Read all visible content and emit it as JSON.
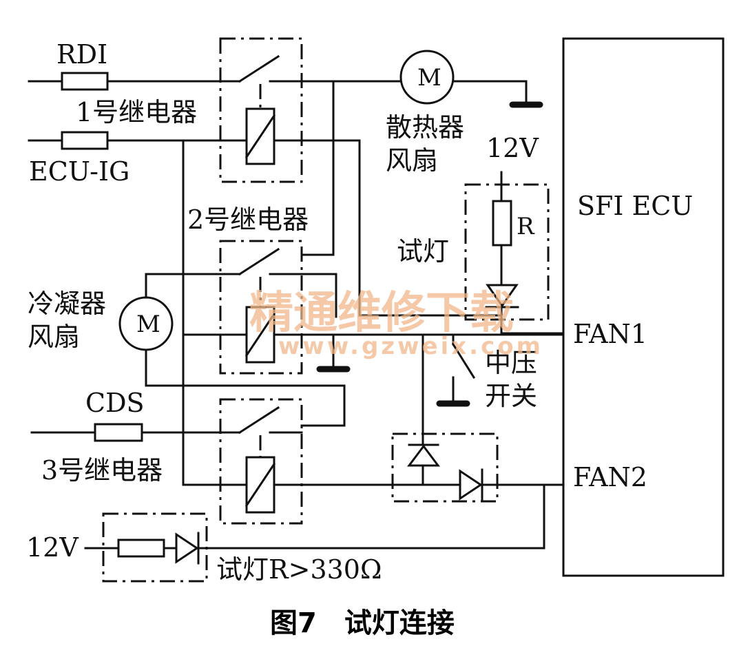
{
  "labels": {
    "rdi": "RDI",
    "relay1": "1号继电器",
    "ecu_ig": "ECU-IG",
    "radiator_fan_line1": "散热器",
    "radiator_fan_line2": "风扇",
    "motor_letter": "M",
    "v12_top": "12V",
    "resistor_r": "R",
    "test_lamp": "试灯",
    "relay2": "2号继电器",
    "condenser_fan_line1": "冷凝器",
    "condenser_fan_line2": "风扇",
    "cds": "CDS",
    "relay3": "3号继电器",
    "v12_bottom": "12V",
    "test_lamp_spec": "试灯R>330Ω",
    "medium_pressure_line1": "中压",
    "medium_pressure_line2": "开关",
    "ecu": "SFI ECU",
    "fan1": "FAN1",
    "fan2": "FAN2",
    "caption": "图7　试灯连接"
  },
  "watermark": {
    "text": "精通维修下载",
    "url": "www.gzweix.com"
  },
  "colors": {
    "line": "#111111",
    "watermark": "#f2b88a"
  }
}
